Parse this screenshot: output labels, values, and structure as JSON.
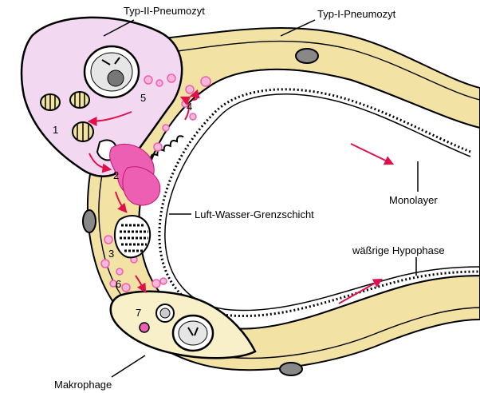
{
  "labels": {
    "type2": "Typ-II-Pneumozyt",
    "type1": "Typ-I-Pneumozyt",
    "monolayer": "Monolayer",
    "interface": "Luft-Wasser-Grenzschicht",
    "hypophase": "wäßrige Hypophase",
    "macrophage": "Makrophage"
  },
  "steps": [
    "1",
    "2",
    "3",
    "4",
    "5",
    "6",
    "7"
  ],
  "colors": {
    "cytoplasm": "#f2d8f0",
    "membrane": "#f2e2a4",
    "surfactant": "#ec5fb3",
    "arrow": "#e0104c",
    "outline": "#000000",
    "nucleus": "#e6e6e6",
    "macrophage": "#f7f0c8"
  }
}
